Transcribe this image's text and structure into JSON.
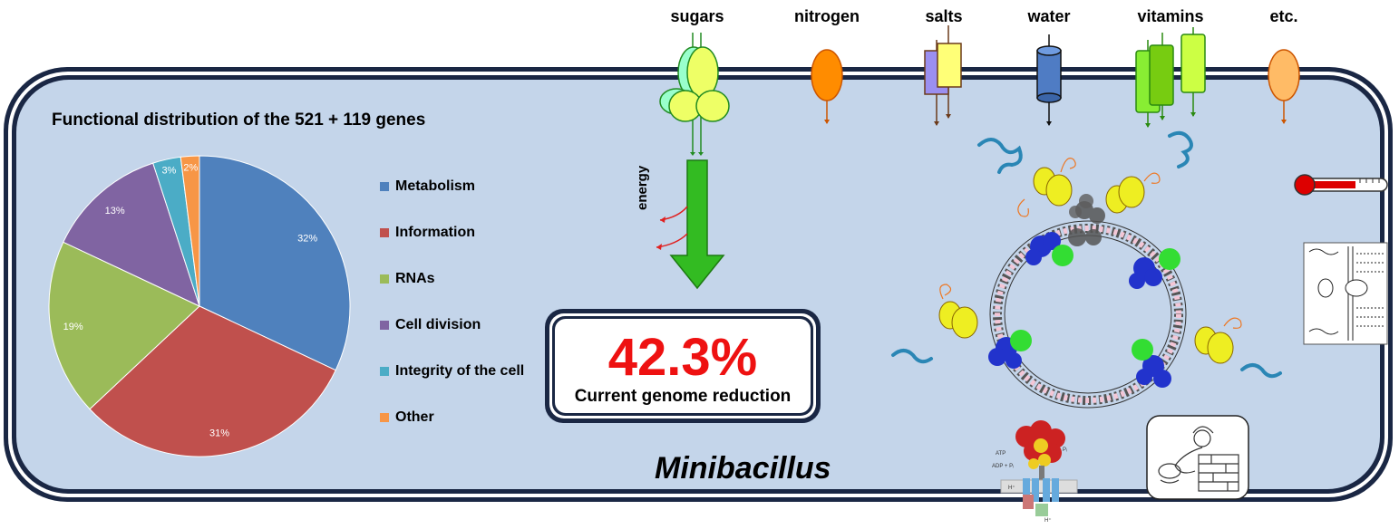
{
  "nutrients": [
    {
      "label": "sugars"
    },
    {
      "label": "nitrogen"
    },
    {
      "label": "salts"
    },
    {
      "label": "water"
    },
    {
      "label": "vitamins"
    },
    {
      "label": "etc."
    }
  ],
  "energy_label": "energy",
  "reduction": {
    "value": "42.3%",
    "label": "Current genome reduction"
  },
  "organism": "Minibacillus",
  "colors": {
    "cell_fill": "#c4d5ea",
    "membrane": "#1a2744",
    "reduction_value": "#ee1111",
    "energy_arrow": "#33bb22"
  },
  "icons": [
    "thermometer-icon",
    "membrane-illustration",
    "atp-synthase-illustration",
    "builder-illustration",
    "ribosome-ring-illustration"
  ],
  "chart_data": {
    "type": "pie",
    "title": "Functional distribution of the 521 + 119 genes",
    "categories": [
      "Metabolism",
      "Information",
      "RNAs",
      "Cell division",
      "Integrity of the cell",
      "Other"
    ],
    "values": [
      32,
      31,
      19,
      13,
      3,
      2
    ],
    "value_labels": [
      "32%",
      "31%",
      "19%",
      "13%",
      "3%",
      "2%"
    ],
    "colors": [
      "#4f81bd",
      "#c0504d",
      "#9bbb59",
      "#8064a2",
      "#4bacc6",
      "#f79646"
    ],
    "legend": "right"
  }
}
